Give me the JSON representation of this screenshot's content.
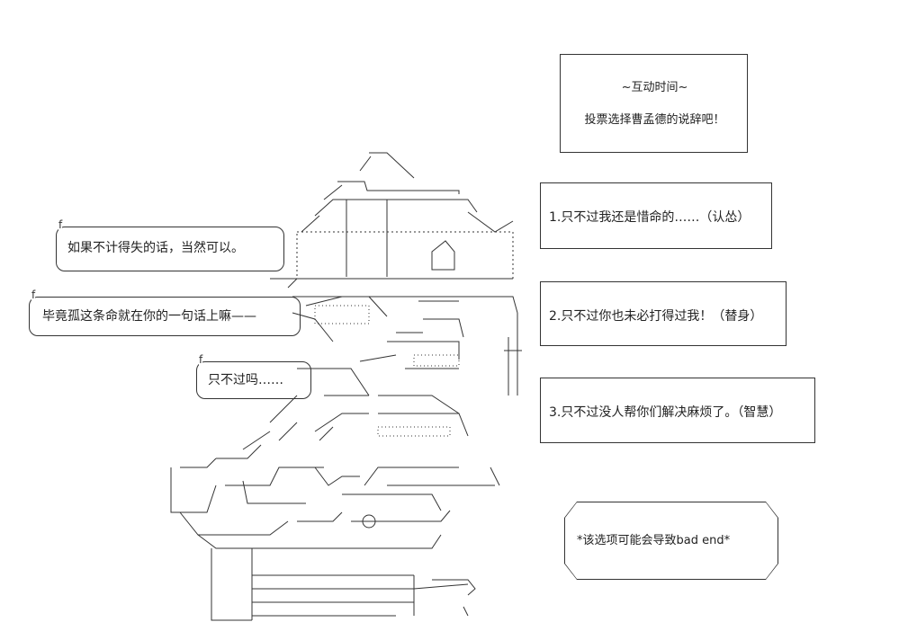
{
  "info": {
    "title": "~互动时间~",
    "text": "投票选择曹孟德的说辞吧！"
  },
  "options": [
    {
      "label": "1.只不过我还是惜命的……（认怂）"
    },
    {
      "label": "2.只不过你也未必打得过我！（替身）"
    },
    {
      "label": "3.只不过没人帮你们解决麻烦了。（智慧）"
    }
  ],
  "warning": {
    "text": "*该选项可能会导致bad end*"
  },
  "bubbles": [
    {
      "text": "如果不计得失的话，当然可以。"
    },
    {
      "text": "毕竟孤这条命就在你的一句话上嘛——"
    },
    {
      "text": "只不过吗……"
    }
  ],
  "colors": {
    "line": "#333333",
    "background": "#ffffff"
  }
}
